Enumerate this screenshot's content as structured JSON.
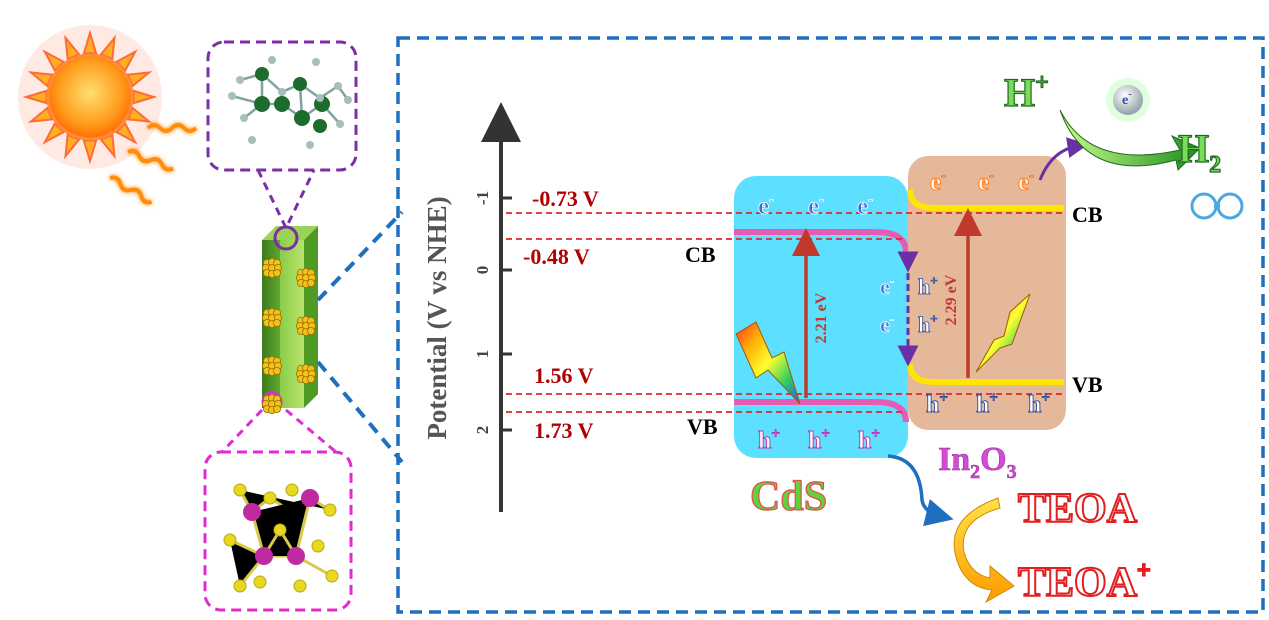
{
  "axis": {
    "label": "Potential (V vs NHE)",
    "ticks": [
      "-1",
      "0",
      "1",
      "2"
    ]
  },
  "levels": {
    "in2o3_cb": "-0.73 V",
    "cds_cb": "-0.48 V",
    "in2o3_vb": "1.56 V",
    "cds_vb": "1.73 V"
  },
  "cds": {
    "name": "CdS",
    "cb_label": "CB",
    "vb_label": "VB",
    "gap": "2.21 eV",
    "electron": "e",
    "hole": "h"
  },
  "in2o3": {
    "name_main": "In",
    "sub1": "2",
    "name_mid": "O",
    "sub2": "3",
    "cb_label": "CB",
    "vb_label": "VB",
    "gap": "2.29 eV"
  },
  "reaction": {
    "proton": "H",
    "proton_sup": "+",
    "h2": "H",
    "h2_sub": "2",
    "electron": "e",
    "electron_sup": "-",
    "teoa": "TEOA",
    "teoa_ox": "TEOA",
    "teoa_ox_sup": "+"
  },
  "colors": {
    "cds_band": "#5de0ff",
    "in2o3_band": "#e6b89a",
    "dashed_box": "#1f6fbf",
    "level_line": "#e0282e",
    "level_text": "#b00000",
    "arrow": "#c0392b",
    "pink_edge": "#e85bb4",
    "yellow_edge": "#ffe600"
  }
}
